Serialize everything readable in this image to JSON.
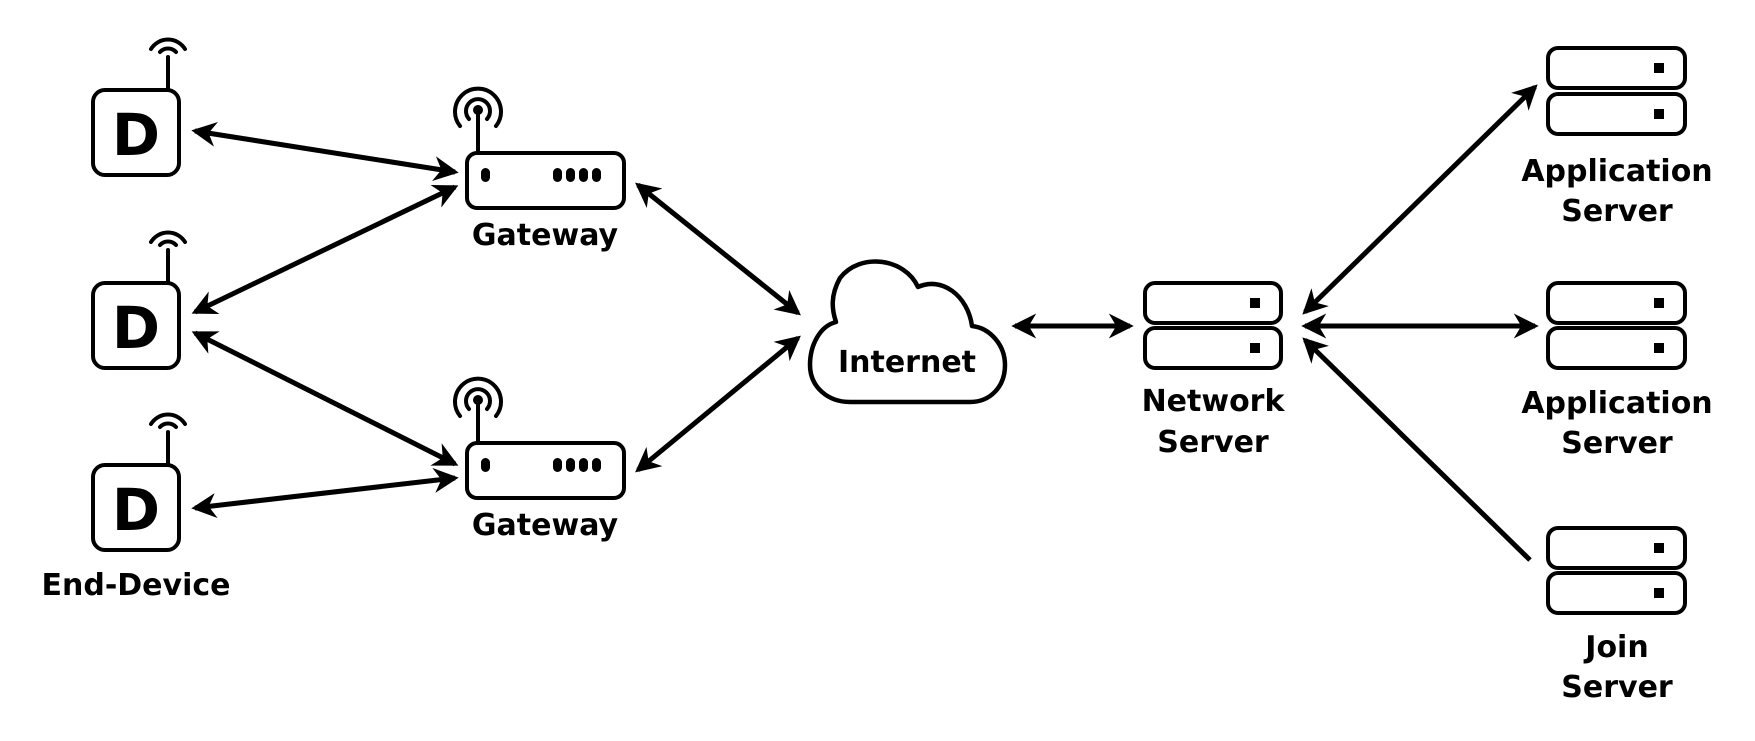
{
  "diagram": {
    "nodes": {
      "device_top": {
        "letter": "D",
        "icon": "end-device-icon"
      },
      "device_mid": {
        "letter": "D",
        "icon": "end-device-icon"
      },
      "device_bot": {
        "letter": "D",
        "icon": "end-device-icon",
        "label": "End-Device"
      },
      "gateway_top": {
        "icon": "gateway-icon",
        "label": "Gateway"
      },
      "gateway_bot": {
        "icon": "gateway-icon",
        "label": "Gateway"
      },
      "internet": {
        "icon": "cloud-icon",
        "label": "Internet"
      },
      "network_server": {
        "icon": "server-icon",
        "label_line1": "Network",
        "label_line2": "Server"
      },
      "app_server_1": {
        "icon": "server-icon",
        "label_line1": "Application",
        "label_line2": "Server"
      },
      "app_server_2": {
        "icon": "server-icon",
        "label_line1": "Application",
        "label_line2": "Server"
      },
      "join_server": {
        "icon": "server-icon",
        "label_line1": "Join",
        "label_line2": "Server"
      }
    },
    "colors": {
      "stroke": "#000000",
      "background": "#ffffff"
    }
  }
}
